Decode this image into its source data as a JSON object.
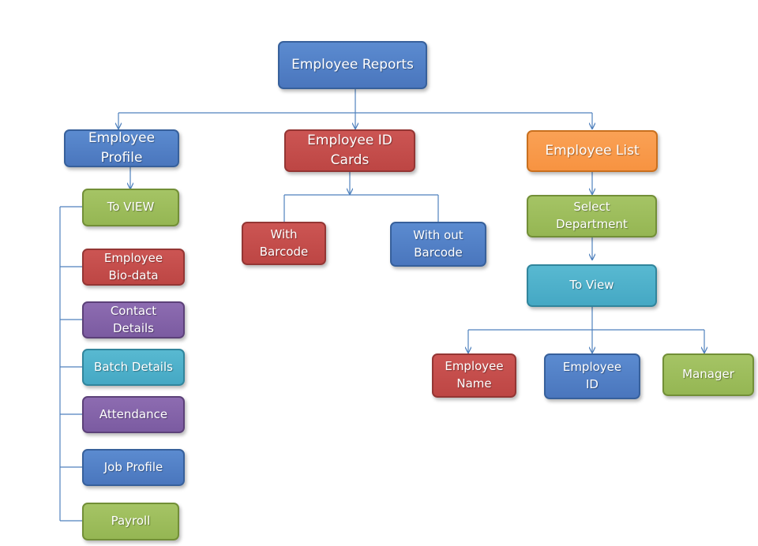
{
  "root": {
    "label": "Employee Reports"
  },
  "employee_profile": {
    "label": "Employee Profile",
    "to_view": "To VIEW",
    "items": [
      "Employee Bio-data",
      "Contact Details",
      "Batch Details",
      "Attendance",
      "Job Profile",
      "Payroll"
    ]
  },
  "id_cards": {
    "label": "Employee ID Cards",
    "with_barcode": "With Barcode",
    "without_barcode": "With out Barcode"
  },
  "employee_list": {
    "label": "Employee List",
    "select_department": "Select Department",
    "to_view": "To View",
    "items": [
      "Employee Name",
      "Employee ID",
      "Manager"
    ]
  },
  "colors": {
    "blue": "#4f81bd",
    "red": "#c0504d",
    "orange": "#f79646",
    "green": "#9bbb59",
    "purple": "#8064a2",
    "aqua": "#4bacc6",
    "connector": "#4f81bd"
  }
}
